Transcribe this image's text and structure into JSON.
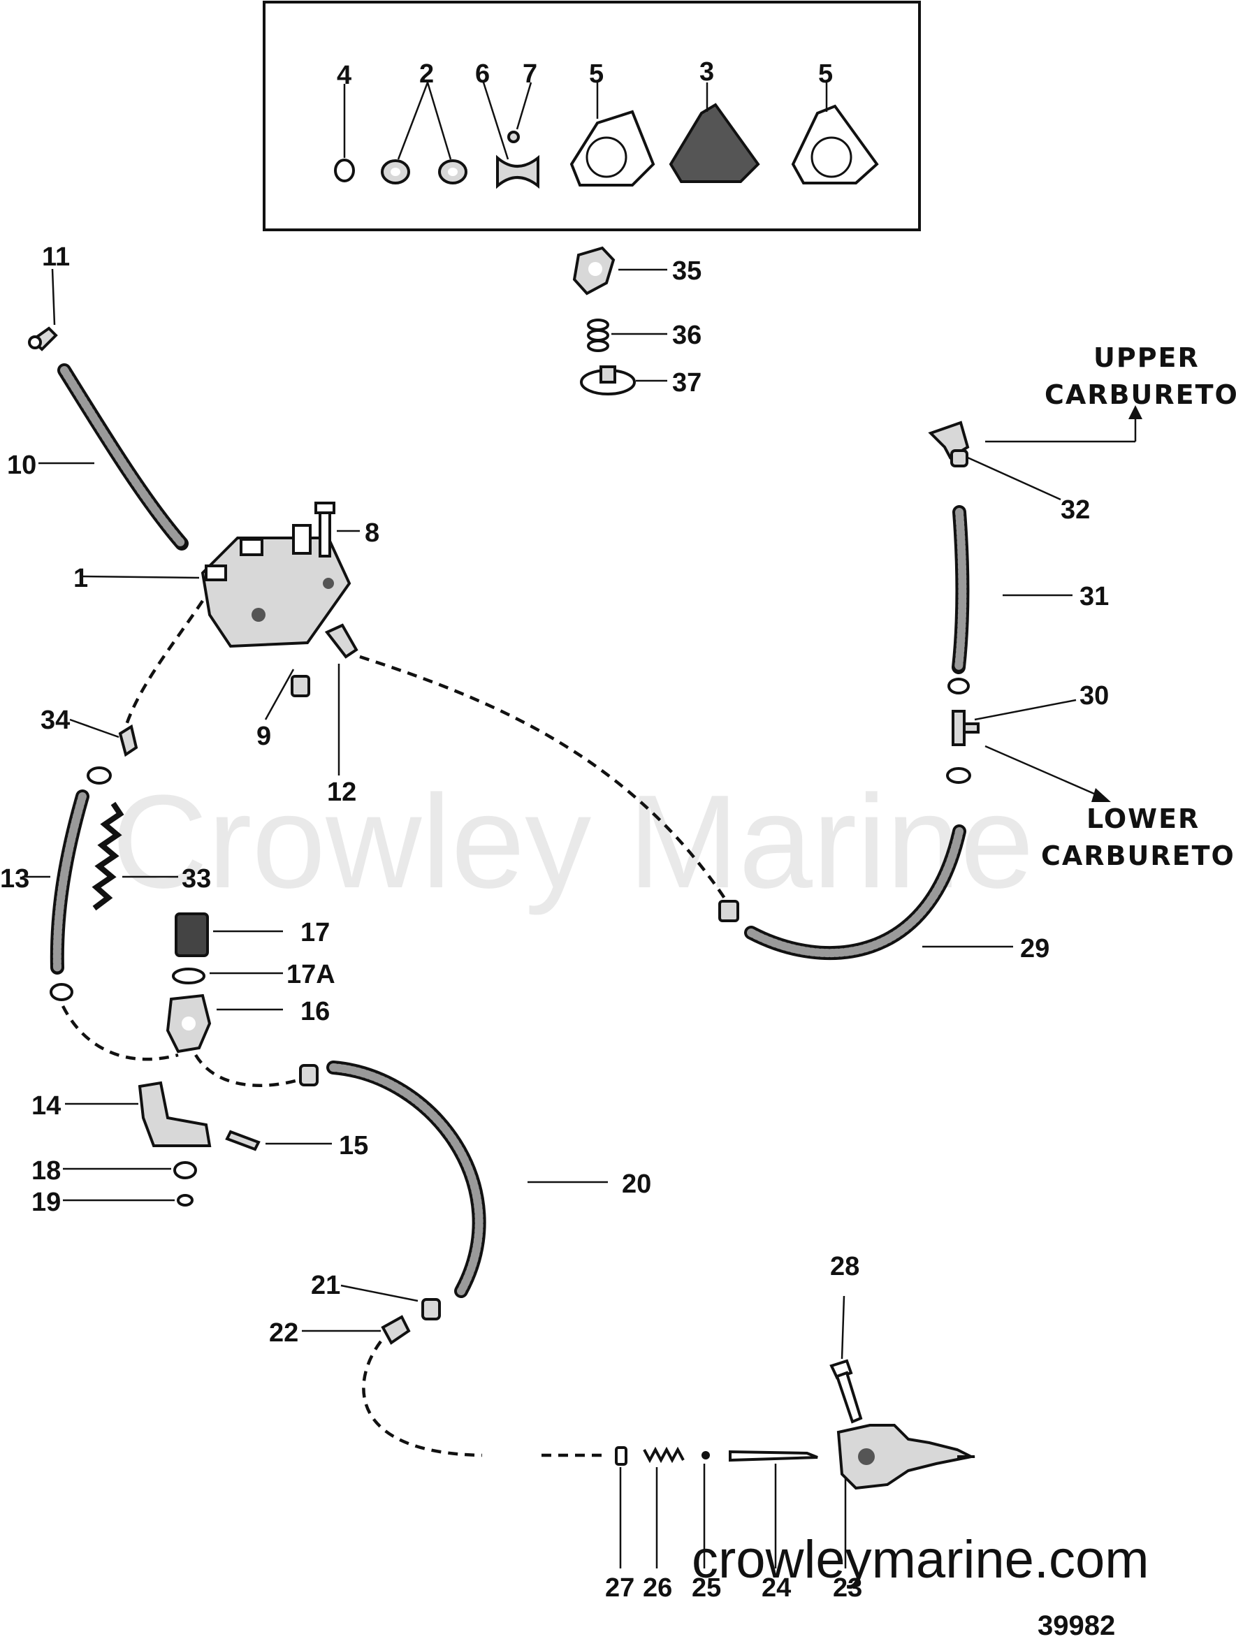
{
  "callouts": {
    "c1": "1",
    "c2": "2",
    "c3": "3",
    "c4": "4",
    "c5a": "5",
    "c5b": "5",
    "c6": "6",
    "c7": "7",
    "c8": "8",
    "c9": "9",
    "c10": "10",
    "c11": "11",
    "c12": "12",
    "c13": "13",
    "c14": "14",
    "c15": "15",
    "c16": "16",
    "c17": "17",
    "c17a": "17A",
    "c18": "18",
    "c19": "19",
    "c20": "20",
    "c21": "21",
    "c22": "22",
    "c23": "23",
    "c24": "24",
    "c25": "25",
    "c26": "26",
    "c27": "27",
    "c28": "28",
    "c29": "29",
    "c30": "30",
    "c31": "31",
    "c32": "32",
    "c33": "33",
    "c34": "34",
    "c35": "35",
    "c36": "36",
    "c37": "37"
  },
  "captions": {
    "upper_line1": "UPPER",
    "upper_line2": "CARBURETOR",
    "lower_line1": "LOWER",
    "lower_line2": "CARBURETOR"
  },
  "watermark": "Crowley Marine",
  "website": "crowleymarine.com",
  "diagram_number": "39982"
}
